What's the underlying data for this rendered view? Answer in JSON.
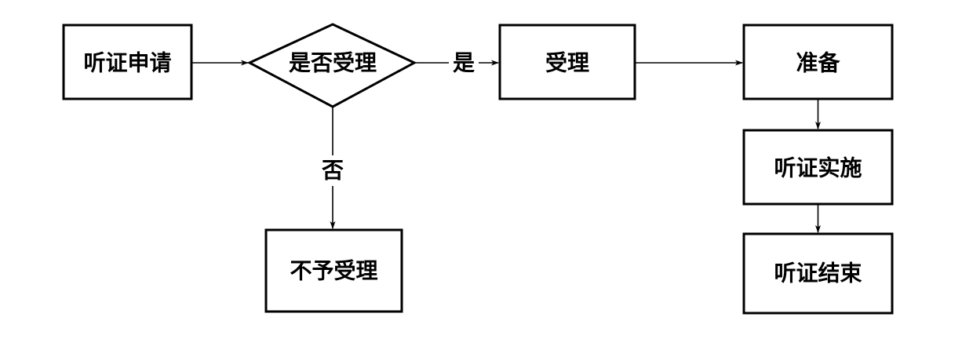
{
  "nodes": {
    "application": {
      "label": "听证申请"
    },
    "decision": {
      "label": "是否受理"
    },
    "accept": {
      "label": "受理"
    },
    "prepare": {
      "label": "准备"
    },
    "implement": {
      "label": "听证实施"
    },
    "end": {
      "label": "听证结束"
    },
    "reject": {
      "label": "不予受理"
    }
  },
  "edges": {
    "yes_label": "是",
    "no_label": "否"
  }
}
